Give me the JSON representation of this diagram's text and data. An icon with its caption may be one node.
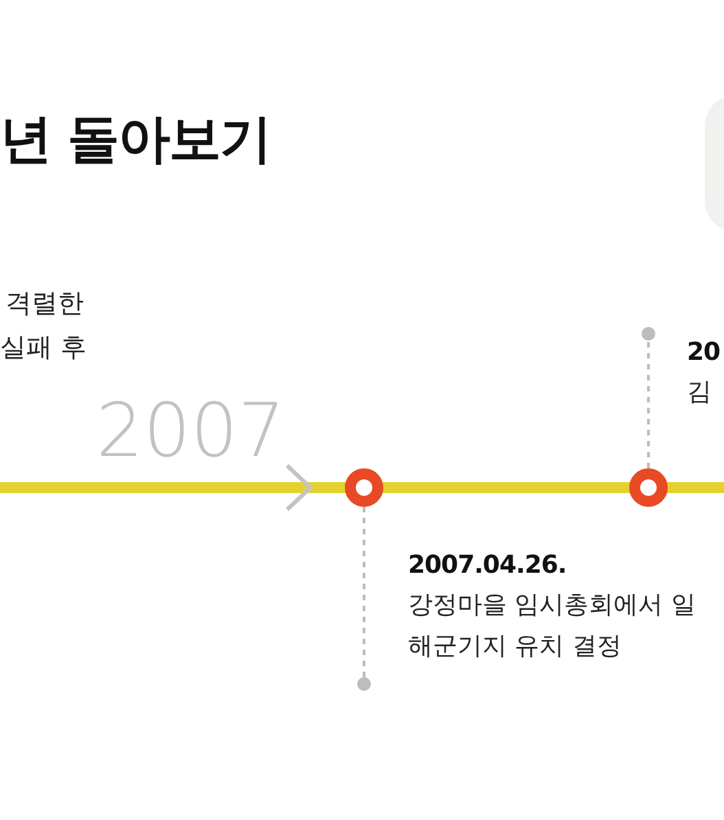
{
  "diagram": {
    "title": "년 돌아보기",
    "nodes": [
      {
        "text": [],
        "shape": "circle"
      },
      {
        "text": [],
        "shape": "circle"
      },
      {
        "text": [
          "2007.04.26.",
          "강정마을 임시총회에서 일 해군기지 유치 결정"
        ]
      },
      {
        "text": [
          "20",
          "김"
        ]
      }
    ],
    "edges": [
      {
        "from": 0,
        "to": 2,
        "arrow": "other",
        "style": "dashed"
      },
      {
        "from": 1,
        "to": 3,
        "arrow": "other",
        "style": "dashed"
      }
    ],
    "labels": [
      "격렬한",
      "실패 후",
      "2007"
    ]
  }
}
